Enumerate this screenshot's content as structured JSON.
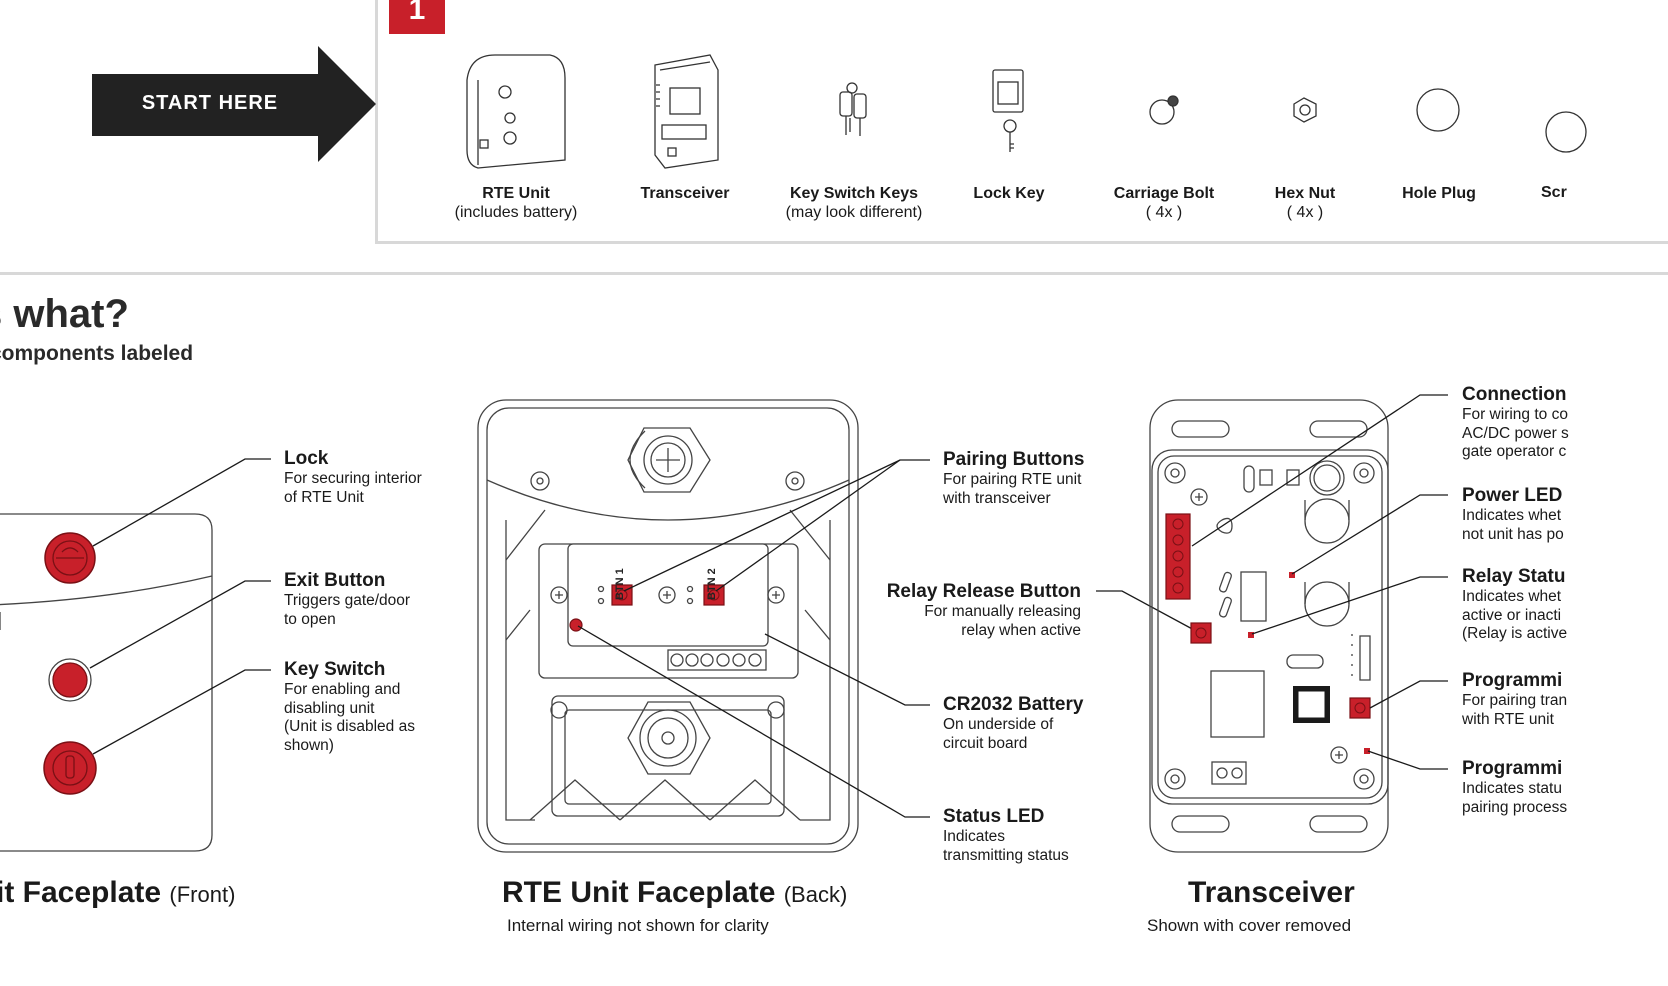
{
  "step": {
    "number": "1"
  },
  "start": {
    "label": "START HERE"
  },
  "kit": {
    "items": [
      {
        "name": "RTE Unit",
        "sub": "(includes battery)"
      },
      {
        "name": "Transceiver",
        "sub": ""
      },
      {
        "name": "Key Switch Keys",
        "sub": "(may look different)"
      },
      {
        "name": "Lock Key",
        "sub": ""
      },
      {
        "name": "Carriage Bolt",
        "sub": "( 4x )"
      },
      {
        "name": "Hex Nut",
        "sub": "( 4x )"
      },
      {
        "name": "Hole Plug",
        "sub": ""
      },
      {
        "name": "Scr",
        "sub": ""
      }
    ]
  },
  "section": {
    "title": "s what?",
    "subtitle": "components labeled"
  },
  "front": {
    "lock": {
      "title": "Lock",
      "desc": [
        "For securing interior",
        "of RTE Unit"
      ]
    },
    "exit": {
      "title": "Exit Button",
      "desc": [
        "Triggers gate/door",
        "to open"
      ]
    },
    "keyswitch": {
      "title": "Key Switch",
      "desc": [
        "For enabling and",
        "disabling unit",
        "(Unit is disabled as",
        "shown)"
      ]
    },
    "footer_title": "it Faceplate",
    "footer_qualifier": "(Front)"
  },
  "back": {
    "pairing": {
      "title": "Pairing Buttons",
      "desc": [
        "For pairing RTE unit",
        "with transceiver"
      ]
    },
    "relay_release": {
      "title": "Relay Release Button",
      "desc": [
        "For manually releasing",
        "relay when active"
      ]
    },
    "battery": {
      "title": "CR2032 Battery",
      "desc": [
        "On underside of",
        "circuit board"
      ]
    },
    "status": {
      "title": "Status LED",
      "desc": [
        "Indicates",
        "transmitting status"
      ]
    },
    "btn1": "BTN 1",
    "btn2": "BTN 2",
    "footer_title": "RTE Unit Faceplate",
    "footer_qualifier": "(Back)",
    "footer_sub": "Internal wiring not shown for clarity"
  },
  "transceiver": {
    "connection": {
      "title": "Connection",
      "desc": [
        "For wiring to co",
        "AC/DC power s",
        "gate operator c"
      ]
    },
    "power": {
      "title": "Power LED",
      "desc": [
        "Indicates whet",
        "not unit has po"
      ]
    },
    "relay": {
      "title": "Relay Statu",
      "desc": [
        "Indicates whet",
        "active or inacti",
        "(Relay is active"
      ]
    },
    "prog_btn": {
      "title": "Programmi",
      "desc": [
        "For pairing tran",
        "with RTE unit"
      ]
    },
    "prog_led": {
      "title": "Programmi",
      "desc": [
        "Indicates statu",
        "pairing process"
      ]
    },
    "footer_title": "Transceiver",
    "footer_sub": "Shown with cover removed"
  },
  "colors": {
    "accent": "#c8202a",
    "arrow": "#222222",
    "line": "#1a1a1a",
    "divider": "#d8d8d8"
  }
}
